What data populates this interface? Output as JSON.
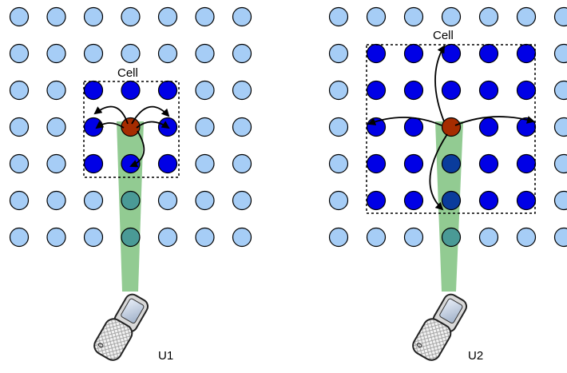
{
  "panels": [
    {
      "id": "u1",
      "cell_label": "Cell",
      "user_label": "U1",
      "grid": {
        "rows": 7,
        "cols": 7
      },
      "cell_block": {
        "rows": [
          2,
          4
        ],
        "cols": [
          2,
          4
        ]
      },
      "serving_node": {
        "row": 3,
        "col": 3
      },
      "arrow_targets": [
        [
          2,
          2
        ],
        [
          2,
          4
        ],
        [
          3,
          2
        ],
        [
          3,
          4
        ],
        [
          4,
          3
        ]
      ],
      "beam_nodes": [
        [
          5,
          3
        ],
        [
          6,
          3
        ]
      ]
    },
    {
      "id": "u2",
      "cell_label": "Cell",
      "user_label": "U2",
      "grid": {
        "rows": 7,
        "cols": 7
      },
      "cell_block": {
        "rows": [
          1,
          5
        ],
        "cols": [
          1,
          5
        ]
      },
      "serving_node": {
        "row": 3,
        "col": 3
      },
      "arrow_targets": [
        [
          1,
          3
        ],
        [
          3,
          1
        ],
        [
          3,
          5
        ],
        [
          5,
          3
        ]
      ],
      "beam_nodes": [
        [
          4,
          3
        ],
        [
          5,
          3
        ],
        [
          6,
          3
        ]
      ]
    }
  ],
  "colors": {
    "node_light": "#a6cdf6",
    "node_cell": "#0000e6",
    "node_serving": "#a62c00",
    "node_beam_in_cell": "#0a3c9c",
    "node_beam_outside": "#4a9a96",
    "beam": "#8cc88c",
    "stroke": "#000000"
  }
}
